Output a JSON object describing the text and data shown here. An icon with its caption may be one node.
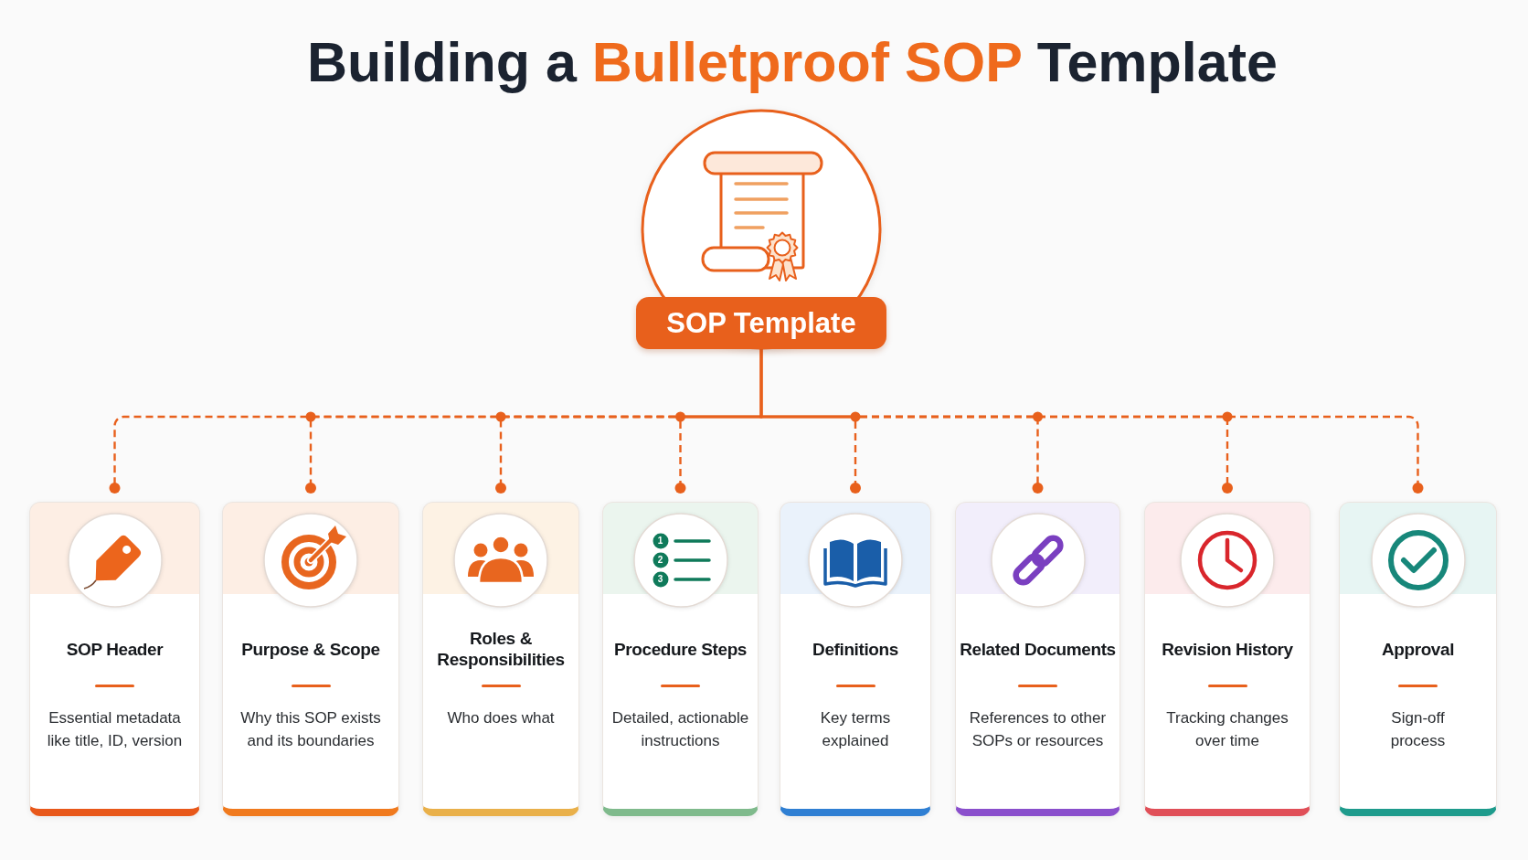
{
  "diagram": {
    "title": "Building a **Bulletproof SOP** Template",
    "nodes": [
      {
        "text": [
          "SOP Template"
        ]
      },
      {
        "text": [
          "SOP Header",
          "Essential metadata like title, ID, version"
        ]
      },
      {
        "text": [
          "Purpose & Scope",
          "Why this SOP exists and its boundaries"
        ]
      },
      {
        "text": [
          "Roles & Responsibilities",
          "Who does what"
        ]
      },
      {
        "text": [
          "Procedure Steps",
          "Detailed, actionable instructions"
        ]
      },
      {
        "text": [
          "Definitions",
          "Key terms explained"
        ]
      },
      {
        "text": [
          "Related Documents",
          "References to other SOPs or resources"
        ]
      },
      {
        "text": [
          "Revision History",
          "Tracking changes over time"
        ]
      },
      {
        "text": [
          "Approval",
          "Sign-off process"
        ]
      }
    ],
    "edges": [
      {
        "from": 0,
        "to": 1,
        "arrow": "other",
        "style": "dashed"
      },
      {
        "from": 0,
        "to": 2,
        "arrow": "other",
        "style": "dashed"
      },
      {
        "from": 0,
        "to": 3,
        "arrow": "other",
        "style": "dashed"
      },
      {
        "from": 0,
        "to": 4,
        "arrow": "other",
        "style": "dashed"
      },
      {
        "from": 0,
        "to": 5,
        "arrow": "other",
        "style": "dashed"
      },
      {
        "from": 0,
        "to": 6,
        "arrow": "other",
        "style": "dashed"
      },
      {
        "from": 0,
        "to": 7,
        "arrow": "other",
        "style": "dashed"
      },
      {
        "from": 0,
        "to": 8,
        "arrow": "other",
        "style": "dashed"
      }
    ],
    "labels": [
      "1",
      "2",
      "3"
    ]
  }
}
